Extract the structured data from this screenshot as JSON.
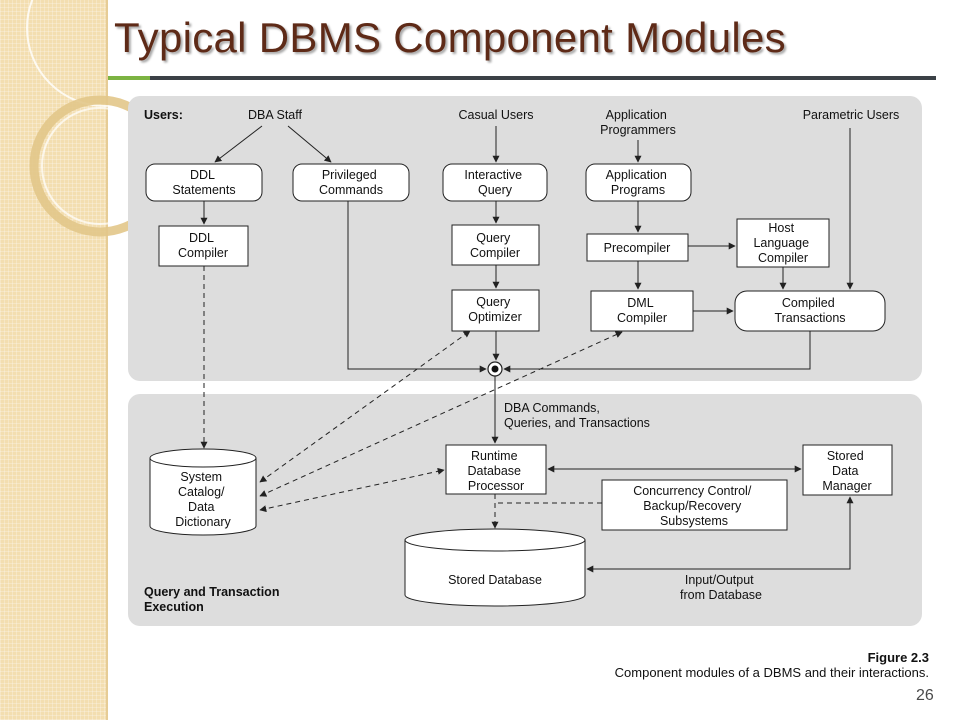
{
  "slide": {
    "title": "Typical DBMS Component Modules",
    "page_number": "26"
  },
  "figure": {
    "label": "Figure 2.3",
    "caption": "Component modules of a DBMS and their interactions."
  },
  "diagram": {
    "users_label": "Users:",
    "dba_staff": "DBA Staff",
    "casual_users": "Casual Users",
    "app_programmers": [
      "Application",
      "Programmers"
    ],
    "parametric_users": "Parametric Users",
    "ddl_statements": [
      "DDL",
      "Statements"
    ],
    "privileged_commands": [
      "Privileged",
      "Commands"
    ],
    "interactive_query": [
      "Interactive",
      "Query"
    ],
    "application_programs": [
      "Application",
      "Programs"
    ],
    "ddl_compiler": [
      "DDL",
      "Compiler"
    ],
    "query_compiler": [
      "Query",
      "Compiler"
    ],
    "precompiler": "Precompiler",
    "host_language_compiler": [
      "Host",
      "Language",
      "Compiler"
    ],
    "query_optimizer": [
      "Query",
      "Optimizer"
    ],
    "dml_compiler": [
      "DML",
      "Compiler"
    ],
    "compiled_transactions": [
      "Compiled",
      "Transactions"
    ],
    "dba_commands": [
      "DBA Commands,",
      "Queries, and Transactions"
    ],
    "system_catalog": [
      "System",
      "Catalog/",
      "Data",
      "Dictionary"
    ],
    "runtime_processor": [
      "Runtime",
      "Database",
      "Processor"
    ],
    "stored_data_manager": [
      "Stored",
      "Data",
      "Manager"
    ],
    "concurrency_control": [
      "Concurrency Control/",
      "Backup/Recovery",
      "Subsystems"
    ],
    "stored_database": "Stored Database",
    "io_from_database": [
      "Input/Output",
      "from Database"
    ],
    "query_execution_label": [
      "Query and Transaction",
      "Execution"
    ]
  }
}
